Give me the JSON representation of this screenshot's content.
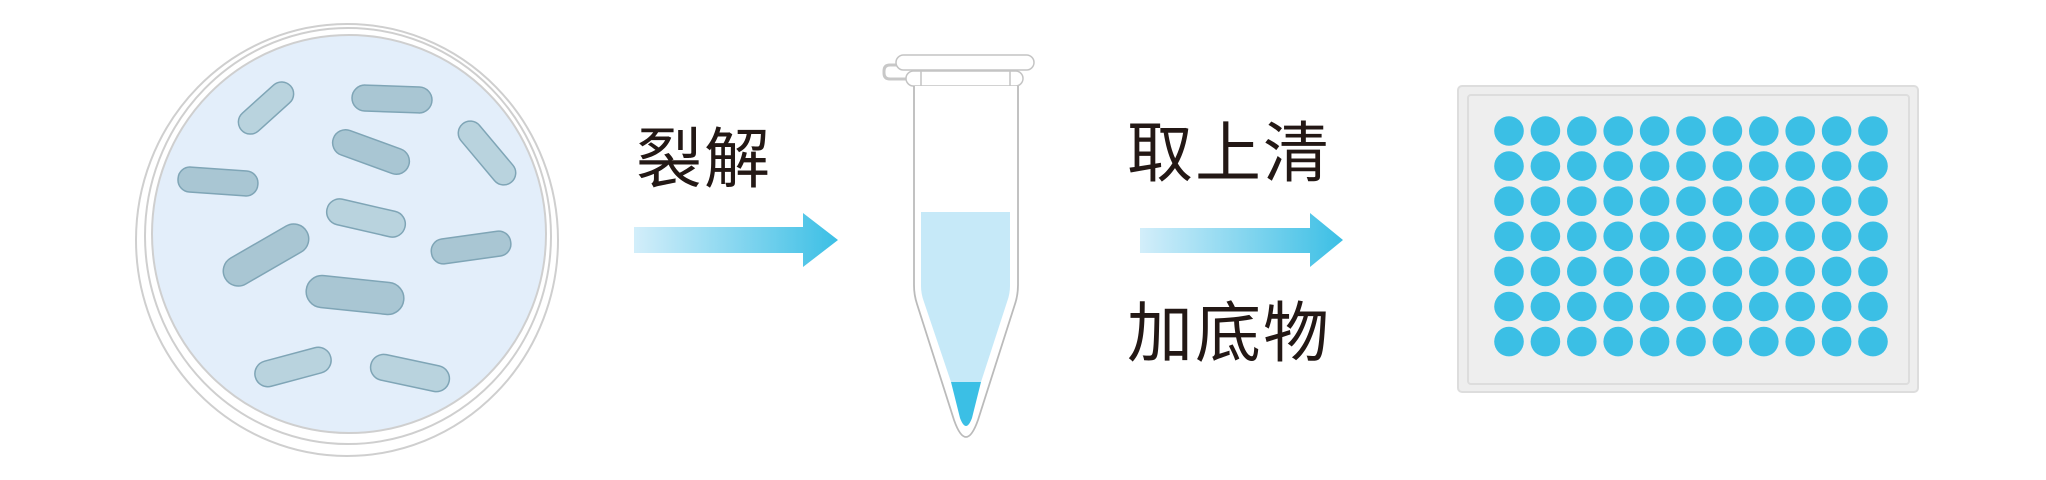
{
  "diagram": {
    "title": "Bacterial lysis enzyme assay workflow",
    "steps": [
      {
        "id": "culture",
        "name": "petri-dish-with-bacteria",
        "bacteria_count": 11
      },
      {
        "id": "lysis",
        "label": "裂解"
      },
      {
        "id": "tube",
        "name": "microcentrifuge-tube"
      },
      {
        "id": "transfer",
        "label_top": "取上清",
        "label_bottom": "加底物"
      },
      {
        "id": "plate",
        "name": "well-plate",
        "rows": 7,
        "columns": 11
      }
    ]
  },
  "labels": {
    "arrow1": "裂解",
    "arrow2_top": "取上清",
    "arrow2_bottom": "加底物"
  },
  "colors": {
    "dish_fill": "#e3eefa",
    "dish_rim": "#cccccc",
    "bacteria_fill": "#a9c6d3",
    "bacteria_fill_light": "#b9d3de",
    "bacteria_edge": "#6f98ab",
    "arrow_start": "#d3eefa",
    "arrow_end": "#3bbfe5",
    "tube_liquid": "#c6e9f8",
    "tube_pellet": "#3bbfe5",
    "tube_outline": "#bbbbbb",
    "plate_fill": "#eeeeee",
    "plate_border": "#dddddd",
    "well": "#3bbfe5",
    "text": "#231815"
  }
}
